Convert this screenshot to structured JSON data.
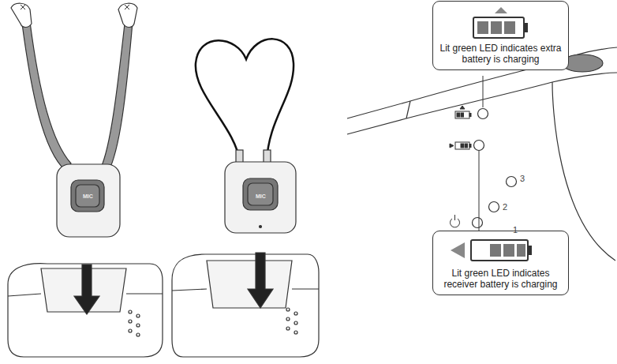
{
  "diagram": {
    "nodes": [
      {
        "text": [
          "Lit green LED indicates extra battery is charging"
        ]
      },
      {
        "text": [
          "Lit green LED indicates receiver battery is charging"
        ]
      }
    ],
    "labels": [
      "MIC",
      "MIC",
      "3",
      "2",
      "1"
    ]
  }
}
